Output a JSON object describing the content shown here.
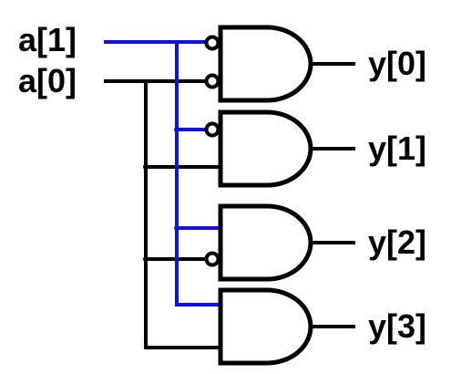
{
  "inputs": {
    "a1": "a[1]",
    "a0": "a[0]"
  },
  "outputs": {
    "y0": "y[0]",
    "y1": "y[1]",
    "y2": "y[2]",
    "y3": "y[3]"
  },
  "colors": {
    "a1_wire": "#1010e0",
    "a0_wire": "#000000",
    "gate": "#000000",
    "background": "#ffffff"
  },
  "gates": [
    {
      "id": "and-y0",
      "type": "AND",
      "inputs": [
        "NOT a[1]",
        "NOT a[0]"
      ],
      "output": "y[0]"
    },
    {
      "id": "and-y1",
      "type": "AND",
      "inputs": [
        "NOT a[1]",
        "a[0]"
      ],
      "output": "y[1]"
    },
    {
      "id": "and-y2",
      "type": "AND",
      "inputs": [
        "a[1]",
        "NOT a[0]"
      ],
      "output": "y[2]"
    },
    {
      "id": "and-y3",
      "type": "AND",
      "inputs": [
        "a[1]",
        "a[0]"
      ],
      "output": "y[3]"
    }
  ]
}
